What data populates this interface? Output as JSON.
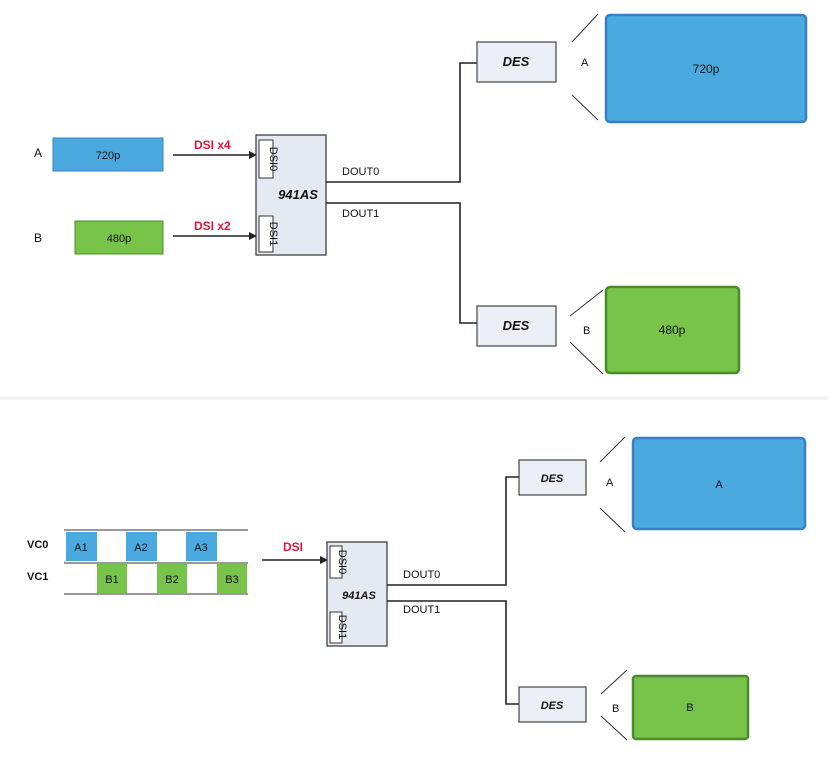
{
  "colors": {
    "blue": "#4aaae0",
    "blue_border": "#3a7fc4",
    "green": "#78c44a",
    "green_border": "#4a8a2a",
    "red_text": "#e3153a",
    "chip_fill": "#e4e9f2"
  },
  "top": {
    "input_a": {
      "row_label": "A",
      "resolution": "720p"
    },
    "input_b": {
      "row_label": "B",
      "resolution": "480p"
    },
    "dsi_a_label": "DSI x4",
    "dsi_b_label": "DSI x2",
    "serializer": {
      "name": "941AS",
      "port0": "DSI0",
      "port1": "DSI1"
    },
    "dout0": "DOUT0",
    "dout1": "DOUT1",
    "des_top": "DES",
    "des_bottom": "DES",
    "display_a": {
      "tag": "A",
      "resolution": "720p"
    },
    "display_b": {
      "tag": "B",
      "resolution": "480p"
    }
  },
  "bottom": {
    "vc0_label": "VC0",
    "vc1_label": "VC1",
    "vc0_packets": [
      "A1",
      "A2",
      "A3"
    ],
    "vc1_packets": [
      "B1",
      "B2",
      "B3"
    ],
    "dsi_label": "DSI",
    "serializer": {
      "name": "941AS",
      "port0": "DSI0",
      "port1": "DSI1"
    },
    "dout0": "DOUT0",
    "dout1": "DOUT1",
    "des_top": "DES",
    "des_bottom": "DES",
    "display_a": {
      "tag": "A",
      "content": "A"
    },
    "display_b": {
      "tag": "B",
      "content": "B"
    }
  }
}
